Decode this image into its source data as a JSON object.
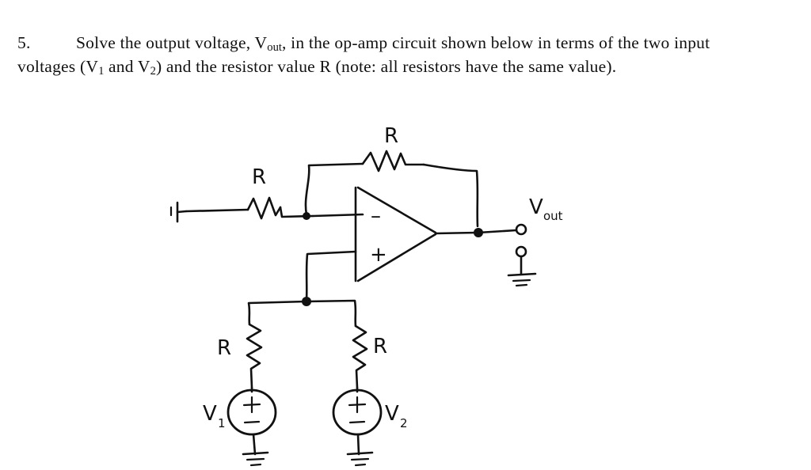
{
  "document": {
    "question_number": "5.",
    "statement_part1": "Solve the output voltage, V",
    "statement_sub1": "out",
    "statement_part2": ", in the op-amp circuit shown below in terms of the two input voltages (V",
    "statement_sub2": "1",
    "statement_part3": " and V",
    "statement_sub3": "2",
    "statement_part4": ") and the resistor value R (note:  all resistors have the same value)."
  },
  "circuit": {
    "title": "op-amp circuit diagram",
    "labels": {
      "input_resistor": "R",
      "feedback_resistor": "R",
      "lower_left_resistor": "R",
      "lower_right_resistor": "R",
      "source_1": "V",
      "source_1_sub": "1",
      "source_2": "V",
      "source_2_sub": "2",
      "output": "V",
      "output_sub": "out",
      "opamp_inverting": "–",
      "opamp_noninverting": "+",
      "source_plus": "+",
      "source_minus": "–"
    },
    "colors": {
      "ink": "#111111",
      "background": "#ffffff"
    }
  }
}
